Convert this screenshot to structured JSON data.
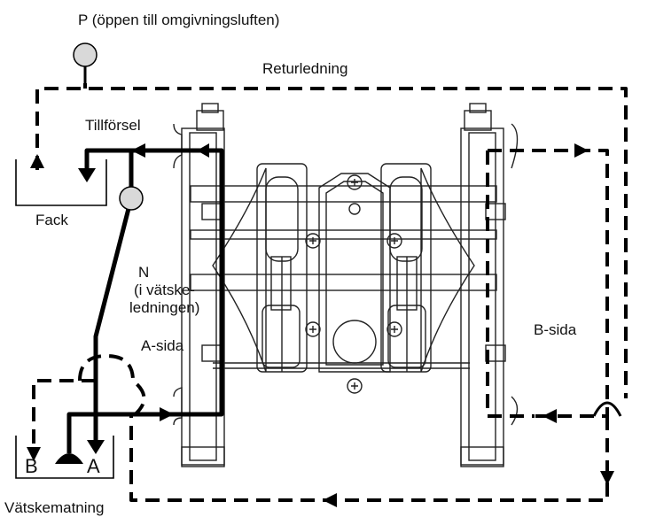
{
  "labels": {
    "p_open": "P (öppen till omgivningsluften)",
    "return_line": "Returledning",
    "supply": "Tillförsel",
    "tray": "Fack",
    "n_line1": "N",
    "n_line2": "(i vätske-",
    "n_line3": "ledningen)",
    "a_side": "A-sida",
    "b_side": "B-sida",
    "b": "B",
    "a": "A",
    "fluid_supply": "Vätskematning"
  }
}
